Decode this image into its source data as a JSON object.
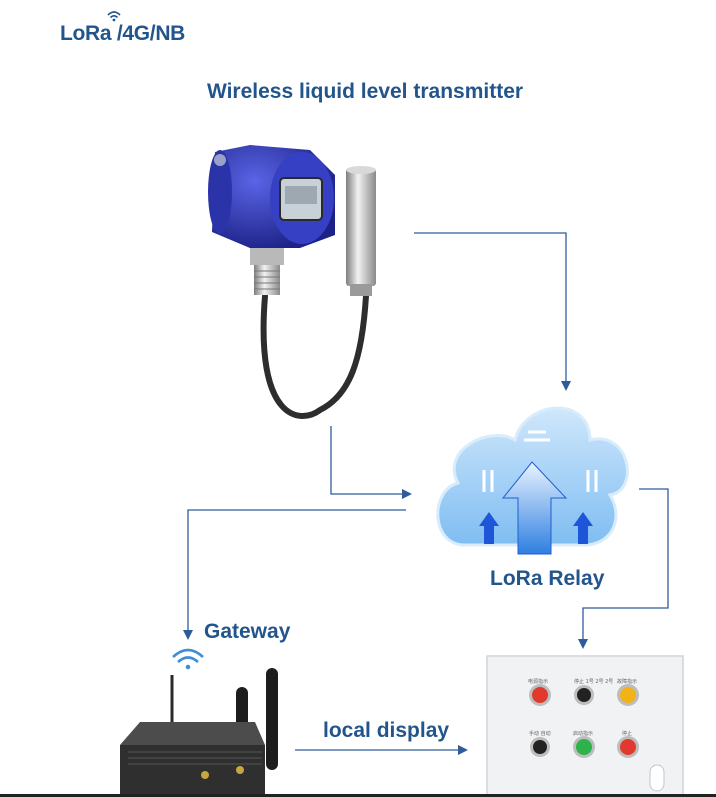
{
  "brand": {
    "text": "LoRa /4G/NB",
    "icon": "wifi-icon"
  },
  "title": "Wireless liquid level transmitter",
  "labels": {
    "relay": "LoRa Relay",
    "gateway": "Gateway",
    "local_display": "local display"
  },
  "panel": {
    "buttons": [
      {
        "label": "电源指示",
        "color": "#e03a2e"
      },
      {
        "label": "停止 1号 2号 2号",
        "color": "#222222"
      },
      {
        "label": "故障指示",
        "color": "#f2b21a"
      },
      {
        "label": "手动 自动",
        "color": "#222222"
      },
      {
        "label": "启动指示",
        "color": "#2db34a"
      },
      {
        "label": "停止",
        "color": "#e03a2e"
      }
    ]
  },
  "colors": {
    "brand": "#23558d",
    "arrow": "#2e5c9a",
    "transmitter": "#2f39b8",
    "cloud": "#a9d4f7"
  }
}
